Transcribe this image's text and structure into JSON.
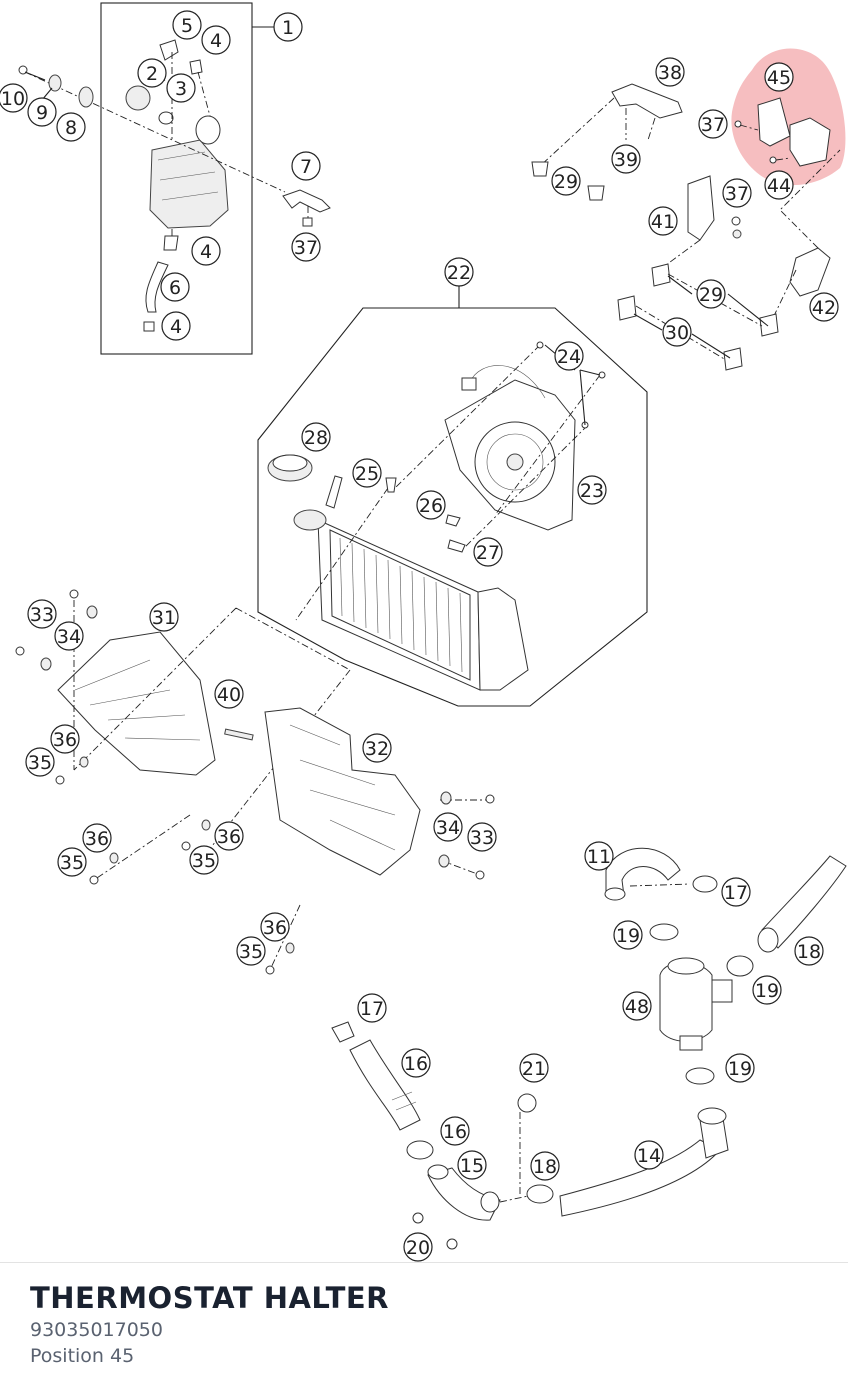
{
  "diagram": {
    "highlight_color": "#e8545a",
    "callouts": [
      "1",
      "2",
      "3",
      "4",
      "5",
      "6",
      "7",
      "8",
      "9",
      "10",
      "11",
      "14",
      "15",
      "16",
      "17",
      "18",
      "19",
      "20",
      "21",
      "22",
      "23",
      "24",
      "25",
      "26",
      "27",
      "28",
      "29",
      "30",
      "31",
      "32",
      "33",
      "34",
      "35",
      "36",
      "37",
      "38",
      "39",
      "40",
      "41",
      "42",
      "44",
      "45",
      "48"
    ]
  },
  "part_info": {
    "name": "THERMOSTAT HALTER",
    "number": "93035017050",
    "position_label": "Position 45"
  }
}
